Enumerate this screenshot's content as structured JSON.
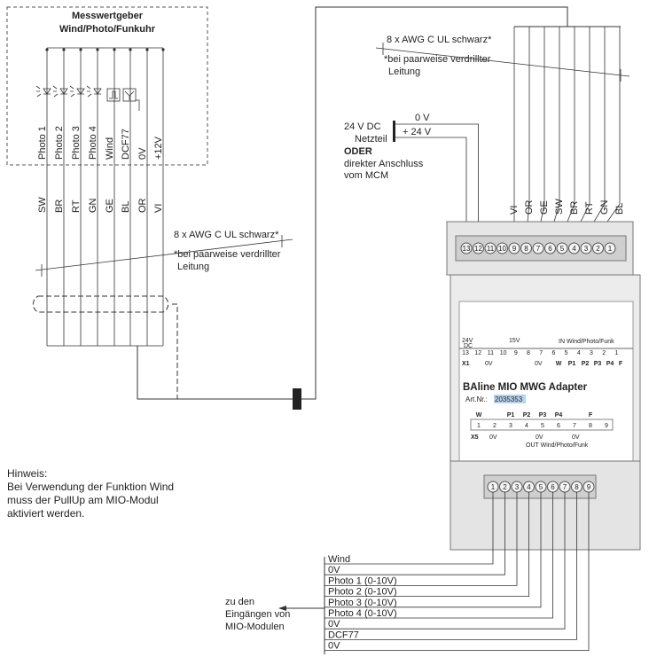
{
  "sensor": {
    "title_line1": "Messwertgeber",
    "title_line2": "Wind/Photo/Funkuhr",
    "outputs": [
      "Photo 1",
      "Photo 2",
      "Photo 3",
      "Photo 4",
      "Wind",
      "DCF77",
      "0V",
      "+12V"
    ],
    "cable_colors": [
      "SW",
      "BR",
      "RT",
      "GN",
      "GE",
      "BL",
      "OR",
      "VI"
    ]
  },
  "cable_left": {
    "spec": "8 x AWG C UL schwarz*",
    "note_line1": "*bei paarweise verdrillter",
    "note_line2": "Leitung"
  },
  "cable_top": {
    "spec": "8 x AWG C UL schwarz*",
    "note_line1": "*bei paarweise verdrillter",
    "note_line2": "Leitung"
  },
  "power": {
    "zero": "0 V",
    "plus": "+ 24 V",
    "source_voltage": "24 V DC",
    "source_name": "Netzteil",
    "oder": "ODER",
    "alt_line1": "direkter Anschluss",
    "alt_line2": "vom MCM"
  },
  "adapter": {
    "top_wire_labels": [
      "VI",
      "OR",
      "GE",
      "SW",
      "BR",
      "RT",
      "GN",
      "BL"
    ],
    "top_terminals": [
      "13",
      "12",
      "11",
      "10",
      "9",
      "8",
      "7",
      "6",
      "5",
      "4",
      "3",
      "2",
      "1"
    ],
    "label_24v": "24V",
    "label_dc": "DC",
    "label_15v": "15V",
    "label_in": "IN Wind/Photo/Funk",
    "x1_numbers": [
      "13",
      "12",
      "11",
      "10",
      "9",
      "8",
      "7",
      "6",
      "5",
      "4",
      "3",
      "2",
      "1"
    ],
    "x1_signals": [
      "W",
      "P1",
      "P2",
      "P3",
      "P4",
      "F"
    ],
    "x1": "X1",
    "zero_v": "0V",
    "title": "BAline MIO MWG Adapter",
    "art_label": "Art.Nr.:",
    "art_number": "2035353",
    "x5_signals": [
      "W",
      "P1",
      "P2",
      "P3",
      "P4",
      "F"
    ],
    "x5_numbers": [
      "1",
      "2",
      "3",
      "4",
      "5",
      "6",
      "7",
      "8",
      "9"
    ],
    "x5": "X5",
    "label_out": "OUT  Wind/Photo/Funk",
    "bottom_terminals": [
      "1",
      "2",
      "3",
      "4",
      "5",
      "6",
      "7",
      "8",
      "9"
    ]
  },
  "outputs": {
    "signals": [
      "Wind",
      "0V",
      "Photo 1 (0-10V)",
      "Photo 2 (0-10V)",
      "Photo 3 (0-10V)",
      "Photo 4 (0-10V)",
      "0V",
      "DCF77",
      "0V"
    ],
    "target_line1": "zu den",
    "target_line2": "Eingängen von",
    "target_line3": "MIO-Modulen"
  },
  "hint": {
    "title": "Hinweis:",
    "line1": "Bei Verwendung der Funktion Wind",
    "line2": "muss der PullUp am MIO-Modul",
    "line3": "aktiviert werden."
  },
  "icons": [
    "sun-photo-icon",
    "square-wave-icon",
    "antenna-receiver-icon",
    "terminal-screw-icon",
    "cable-connector-icon"
  ]
}
